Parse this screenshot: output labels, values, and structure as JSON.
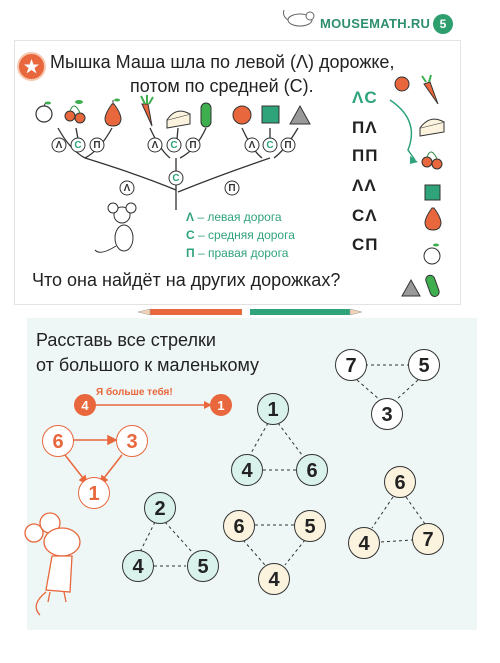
{
  "header": {
    "site": "MOUSEMATH.RU",
    "page_number": "5"
  },
  "task1": {
    "title_line1": "Мышка Маша шла по левой (Λ) дорожке,",
    "title_line2": "потом по средней (С).",
    "question": "Что она найдёт на других дорожках?",
    "tree_labels": {
      "left": "Λ",
      "center": "С",
      "right": "П"
    },
    "legend": [
      {
        "key": "Λ",
        "text": "– левая дорога"
      },
      {
        "key": "С",
        "text": "– средняя дорога"
      },
      {
        "key": "П",
        "text": "– правая дорога"
      }
    ],
    "codes": [
      "ΛС",
      "ПΛ",
      "ПП",
      "ΛΛ",
      "СΛ",
      "СП"
    ]
  },
  "task2": {
    "title_line1": "Расставь все стрелки",
    "title_line2": "от большого к маленькому",
    "example_note": "Я больше тебя!",
    "example_pair": [
      "4",
      "1"
    ],
    "example_triangle": [
      "6",
      "3",
      "1"
    ],
    "triangles": [
      [
        "7",
        "5",
        "3"
      ],
      [
        "1",
        "4",
        "6"
      ],
      [
        "2",
        "4",
        "5"
      ],
      [
        "6",
        "5",
        "4"
      ],
      [
        "6",
        "4",
        "7"
      ]
    ]
  },
  "colors": {
    "green": "#2fa37a",
    "orange": "#e8673c",
    "mint": "#d9f2ec",
    "cream": "#fbf3de"
  }
}
